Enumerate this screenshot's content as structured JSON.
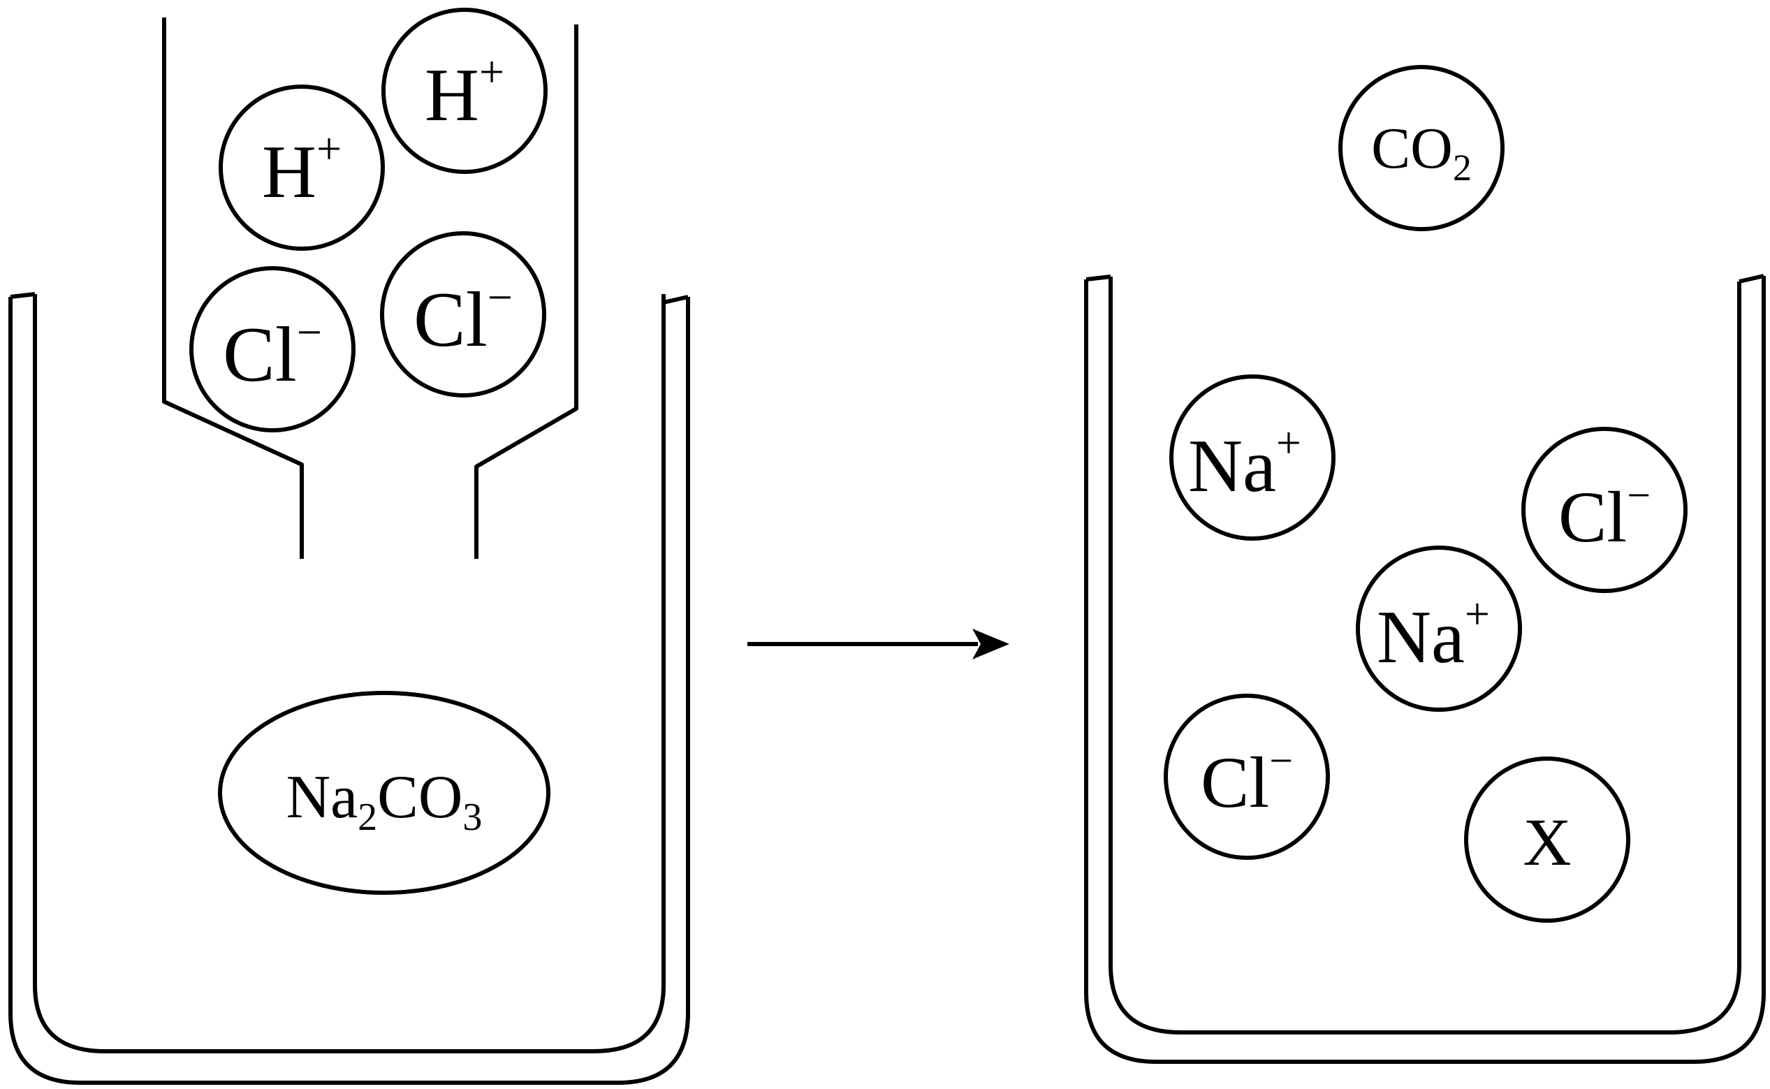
{
  "reactant_beaker": {
    "solid": {
      "formula": [
        "Na",
        "2",
        "CO",
        "3"
      ]
    }
  },
  "funnel_particles": [
    {
      "symbol": "H",
      "charge": "+"
    },
    {
      "symbol": "H",
      "charge": "+"
    },
    {
      "symbol": "Cl",
      "charge": "−"
    },
    {
      "symbol": "Cl",
      "charge": "−"
    }
  ],
  "product_gas": {
    "symbol": "CO",
    "subscript": "2"
  },
  "product_particles": [
    {
      "symbol": "Na",
      "charge": "+"
    },
    {
      "symbol": "Cl",
      "charge": "−"
    },
    {
      "symbol": "Na",
      "charge": "+"
    },
    {
      "symbol": "Cl",
      "charge": "−"
    },
    {
      "symbol": "X",
      "charge": ""
    }
  ]
}
